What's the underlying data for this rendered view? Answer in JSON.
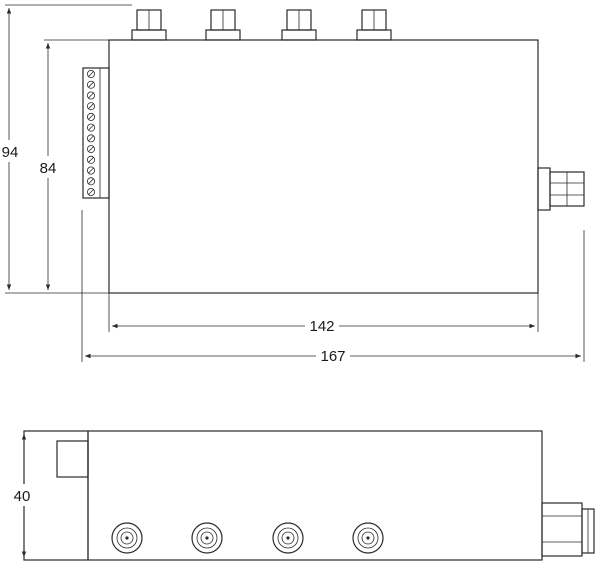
{
  "dimensions": {
    "height_outer": "94",
    "height_body": "84",
    "width_body": "142",
    "width_outer": "167",
    "depth": "40"
  },
  "top_view": {
    "top_connector_count": 4,
    "terminal_pin_count": 12
  },
  "side_view": {
    "front_connector_count": 4
  }
}
